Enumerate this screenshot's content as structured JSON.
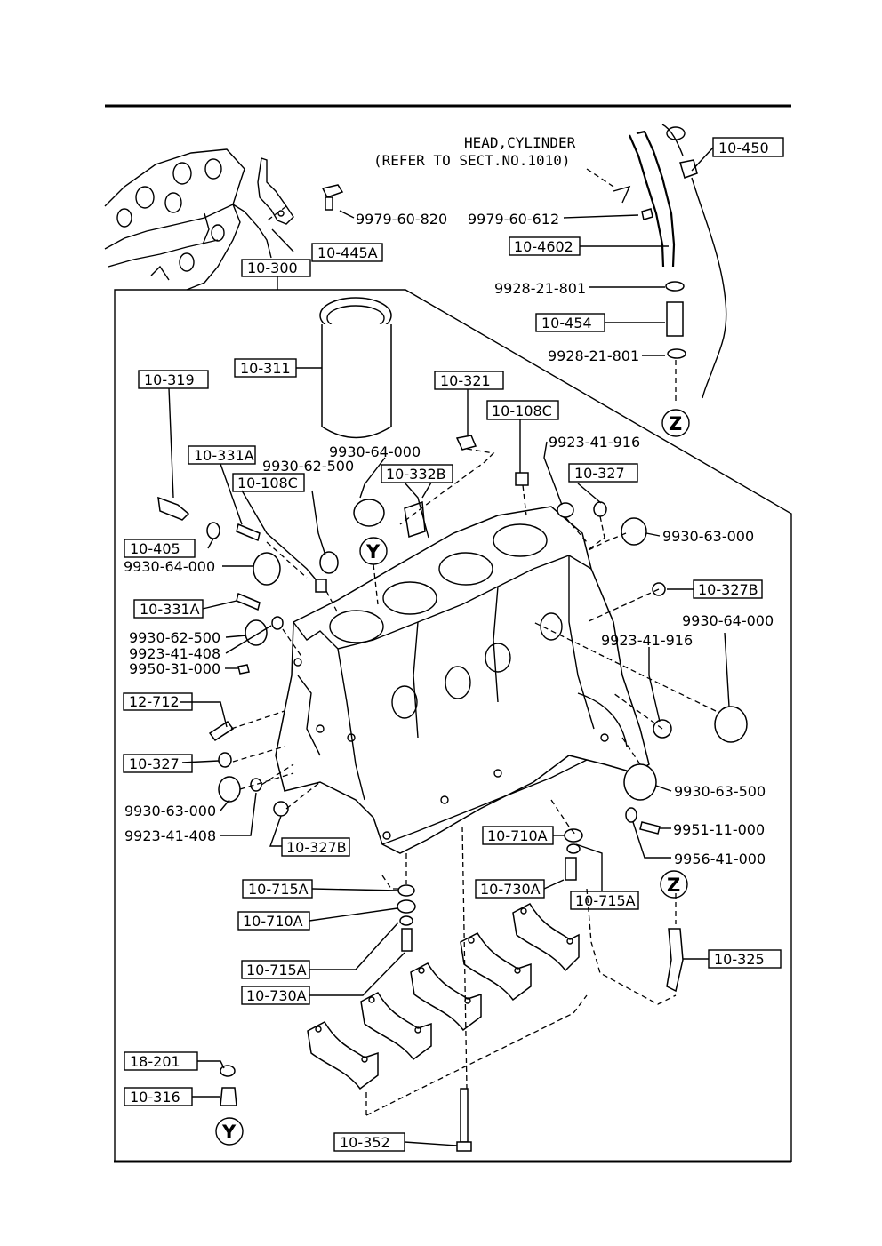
{
  "header_note": {
    "line1": "HEAD,CYLINDER",
    "line2": "(REFER TO SECT.NO.1010)"
  },
  "boxed_labels": {
    "b10450": "10-450",
    "b10445A": "10-445A",
    "b10300": "10-300",
    "b104602": "10-4602",
    "b10454": "10-454",
    "b10319": "10-319",
    "b10311": "10-311",
    "b10321": "10-321",
    "b10108C_a": "10-108C",
    "b10331A_a": "10-331A",
    "b10108C_b": "10-108C",
    "b10332B": "10-332B",
    "b10327_a": "10-327",
    "b10405": "10-405",
    "b10327B_a": "10-327B",
    "b10331A_b": "10-331A",
    "b12712": "12-712",
    "b10327_b": "10-327",
    "b10327B_b": "10-327B",
    "b10710A_a": "10-710A",
    "b10715A_a": "10-715A",
    "b10730A_a": "10-730A",
    "b10710A_b": "10-710A",
    "b10715A_b": "10-715A",
    "b10715A_c": "10-715A",
    "b10730A_b": "10-730A",
    "b10325": "10-325",
    "b18201": "18-201",
    "b10316": "10-316",
    "b10352": "10-352"
  },
  "part_numbers": {
    "p997960820": "9979-60-820",
    "p997960612": "9979-60-612",
    "p992821801_a": "9928-21-801",
    "p992821801_b": "9928-21-801",
    "p993064000_a": "9930-64-000",
    "p993062500_a": "9930-62-500",
    "p992341916_a": "9923-41-916",
    "p993063000_a": "9930-63-000",
    "p993064000_b": "9930-64-000",
    "p993064000_c": "9930-64-000",
    "p992341916_b": "9923-41-916",
    "p993062500_b": "9930-62-500",
    "p992341408_a": "9923-41-408",
    "p995031000": "9950-31-000",
    "p993063500": "9930-63-500",
    "p993063000_b": "9930-63-000",
    "p992341408_b": "9923-41-408",
    "p995111000": "9951-11-000",
    "p995641000": "9956-41-000"
  },
  "reference_markers": {
    "z_top": "Z",
    "y_top": "Y",
    "z_mid": "Z",
    "y_bottom": "Y"
  }
}
